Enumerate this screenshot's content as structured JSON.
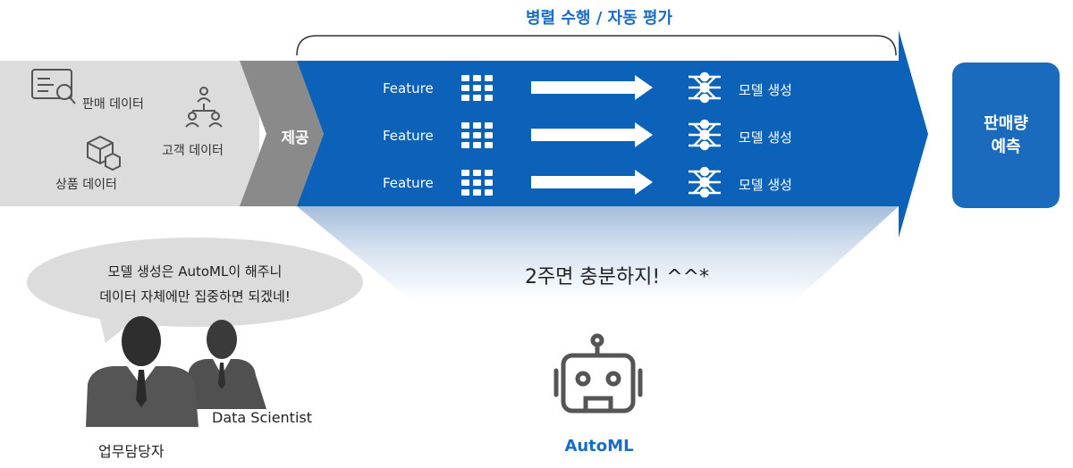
{
  "header": {
    "title": "병렬 수행 / 자동 평가"
  },
  "sources": {
    "sales_data": "판매 데이터",
    "customer_data": "고객 데이터",
    "product_data": "상품 데이터",
    "provide_label": "제공"
  },
  "pipeline": {
    "rows": [
      {
        "feature_label": "Feature",
        "model_label": "모델 생성"
      },
      {
        "feature_label": "Feature",
        "model_label": "모델 생성"
      },
      {
        "feature_label": "Feature",
        "model_label": "모델 생성"
      }
    ]
  },
  "result": {
    "line1": "판매량",
    "line2": "예측"
  },
  "speech_bubble": {
    "line1": "모델 생성은 AutoML이 해주니",
    "line2": "데이터 자체에만 집중하면 되겠네!"
  },
  "people": {
    "data_scientist": "Data Scientist",
    "business_owner": "업무담당자"
  },
  "automl": {
    "caption": "2주면 충분하지!  ^^*",
    "label": "AutoML"
  },
  "colors": {
    "primary_blue": "#0b62b8",
    "title_blue": "#1a6cc4",
    "source_gray": "#dcdcdc",
    "provide_gray": "#8a8a8a"
  },
  "icons": [
    "document-search-icon",
    "users-hierarchy-icon",
    "cube-boxes-icon",
    "feature-grid-icon",
    "right-arrow-icon",
    "neural-network-icon",
    "robot-icon",
    "person-icon"
  ]
}
